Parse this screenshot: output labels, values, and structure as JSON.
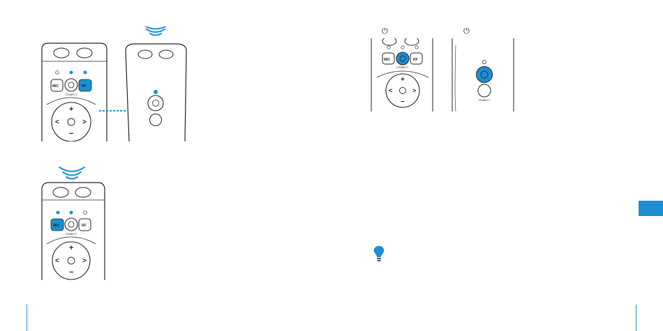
{
  "remote": {
    "mic_label": "MIC",
    "rf_label": "RF",
    "connect_label": "CONNECT",
    "plus_symbol": "+",
    "minus_symbol": "−",
    "left_symbol": "<",
    "right_symbol": ">"
  },
  "receiver": {
    "connect_label": "CONNECT"
  },
  "page": {
    "power_symbol_1": "⏻",
    "power_symbol_2": "⏻"
  },
  "colors": {
    "accent": "#1b8fd2",
    "outline": "#222222",
    "tab": "#1b8fd2"
  }
}
